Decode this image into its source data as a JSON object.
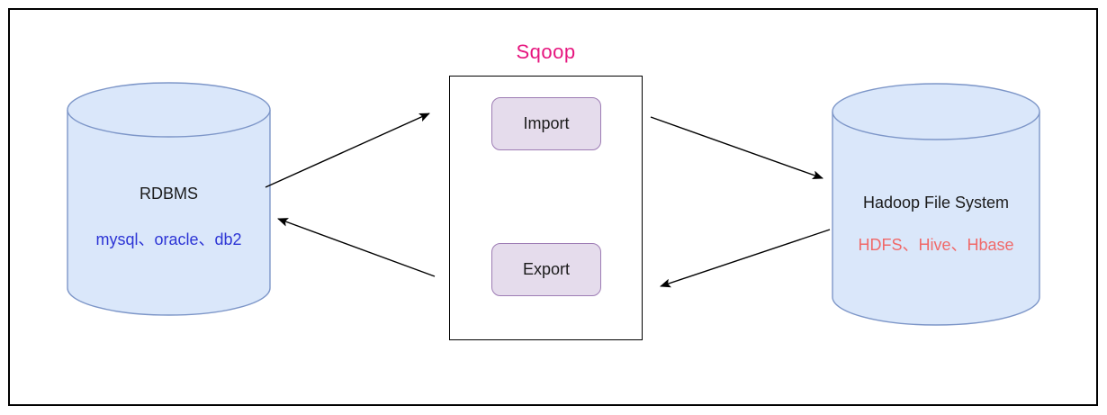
{
  "sqoop": {
    "title": "Sqoop",
    "import_label": "Import",
    "export_label": "Export"
  },
  "rdbms": {
    "title": "RDBMS",
    "subtitle": "mysql、oracle、db2"
  },
  "hadoop": {
    "title": "Hadoop File System",
    "subtitle": "HDFS、Hive、Hbase"
  },
  "colors": {
    "title_color": "#e6157e",
    "rdbms_subtitle_color": "#2d35d5",
    "hadoop_subtitle_color": "#f06969",
    "cylinder_fill": "#dae7fa",
    "cylinder_stroke": "#7d96c8",
    "node_fill": "#e5dcec",
    "node_stroke": "#9d7cb4",
    "arrow_color": "#000000",
    "box_border": "#000000"
  }
}
